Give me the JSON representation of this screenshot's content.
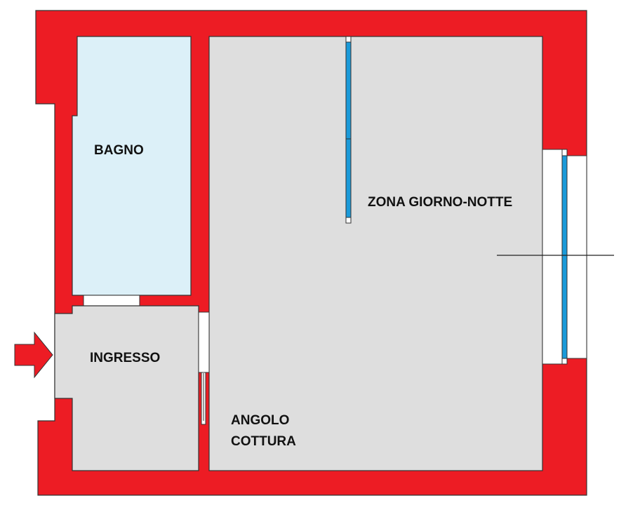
{
  "plan": {
    "type": "floor-plan",
    "colors": {
      "wall": "#ed1c24",
      "floor": "#dedede",
      "bathroom_floor": "#dcf0f8",
      "glass": "#1a9ad9",
      "opening": "#ffffff",
      "outline": "#333333"
    },
    "rooms": [
      {
        "id": "bagno",
        "label": "BAGNO"
      },
      {
        "id": "ingresso",
        "label": "INGRESSO"
      },
      {
        "id": "zona-giorno-notte",
        "label": "ZONA GIORNO-NOTTE"
      },
      {
        "id": "angolo-cottura",
        "label_line1": "ANGOLO",
        "label_line2": "COTTURA"
      }
    ],
    "entrance_arrow": "entrance-arrow-icon"
  }
}
